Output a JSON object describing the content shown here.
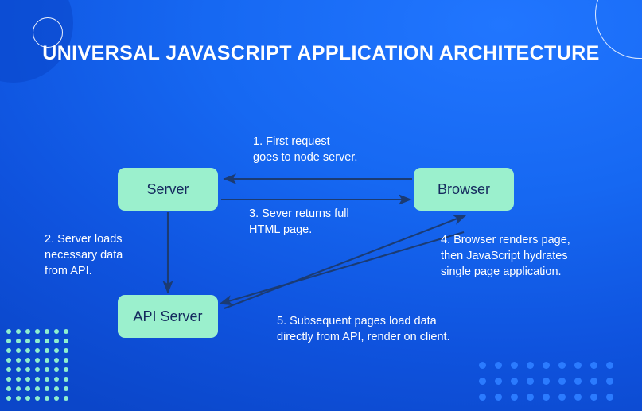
{
  "title": "UNIVERSAL JAVASCRIPT APPLICATION ARCHITECTURE",
  "theme": {
    "background_blue": "#1565f0",
    "background_blue_dark": "#0b46c9",
    "node_mint": "#9bf0cd",
    "node_text_navy": "#152a5e",
    "arrow_navy": "#1b3b73",
    "text_white": "#ffffff",
    "dot_mint": "#8ef0cf",
    "dot_blue": "#2b7bff"
  },
  "nodes": [
    {
      "id": "server",
      "label": "Server"
    },
    {
      "id": "browser",
      "label": "Browser"
    },
    {
      "id": "api-server",
      "label": "API Server"
    }
  ],
  "steps": [
    {
      "number": "1.",
      "text": "1.  First request\ngoes to node server.",
      "from": "browser",
      "to": "server"
    },
    {
      "number": "2.",
      "text": "2. Server loads\nnecessary data\nfrom API.",
      "from": "server",
      "to": "api-server"
    },
    {
      "number": "3.",
      "text": "3.  Sever returns full\nHTML page.",
      "from": "server",
      "to": "browser"
    },
    {
      "number": "4.",
      "text": "4. Browser renders page,\nthen JavaScript hydrates\nsingle page application.",
      "from": "api-server",
      "to": "browser"
    },
    {
      "number": "5.",
      "text": "5. Subsequent pages load data\ndirectly from API, render on client.",
      "from": "browser",
      "to": "api-server"
    }
  ],
  "decorations": {
    "dots_bottom_left": {
      "columns": 7,
      "rows": 8,
      "color": "#8ef0cf"
    },
    "dots_bottom_right": {
      "columns": 9,
      "rows": 3,
      "color": "#2b7bff"
    },
    "ring_top_left": "circle-outline",
    "ring_top_right": "circle-outline",
    "blob_top_left": "circle-filled"
  }
}
